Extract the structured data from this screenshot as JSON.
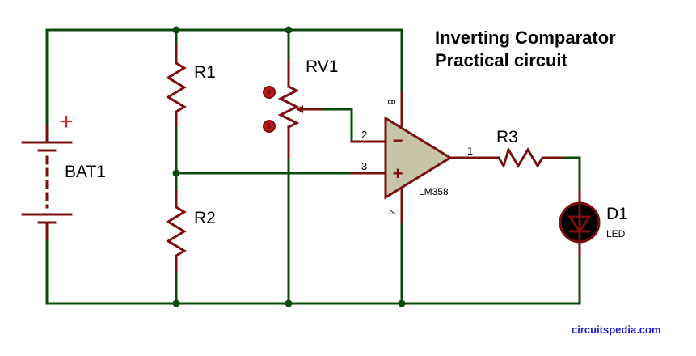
{
  "title": {
    "line1": "Inverting Comparator",
    "line2": "Practical circuit"
  },
  "watermark": "circuitspedia.com",
  "components": {
    "battery": {
      "ref": "BAT1",
      "polarity_mark": "+"
    },
    "r1": {
      "ref": "R1"
    },
    "r2": {
      "ref": "R2"
    },
    "rv1": {
      "ref": "RV1"
    },
    "r3": {
      "ref": "R3"
    },
    "d1": {
      "ref": "D1",
      "value": "LED"
    },
    "opamp": {
      "part": "LM358",
      "pins": {
        "inv": "2",
        "noninv": "3",
        "out": "1",
        "vcc": "8",
        "gnd": "4"
      },
      "inv_sign": "−",
      "noninv_sign": "+"
    }
  },
  "colors": {
    "wire": "#0b4a0b",
    "component": "#7a0f0f",
    "opamp_fill": "#c8c4a8",
    "led_fill": "#000000",
    "polarity": "#e02020",
    "watermark": "#1e1ec8"
  }
}
